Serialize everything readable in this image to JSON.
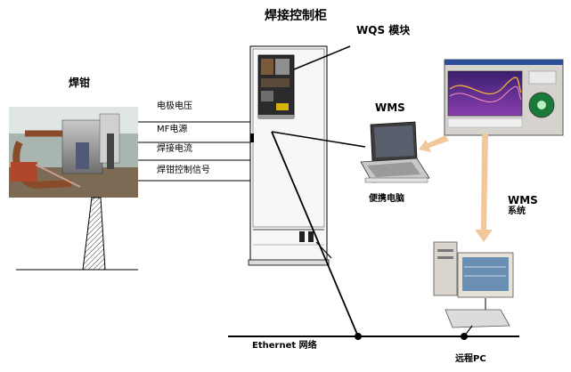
{
  "diagram": {
    "title": "焊接控制柜",
    "nodes": {
      "welding_gun": {
        "label": "焊钳"
      },
      "wqs_module": {
        "label": "WQS 模块"
      },
      "wms": {
        "label": "WMS"
      },
      "laptop": {
        "label": "便携电脑"
      },
      "wms_system": {
        "label_line1": "WMS",
        "label_line2": "系统"
      },
      "remote_pc": {
        "label": "远程PC"
      },
      "ethernet": {
        "label": "Ethernet 网络"
      }
    },
    "signals": [
      {
        "label": "电极电压"
      },
      {
        "label": "MF电源"
      },
      {
        "label": "焊接电流"
      },
      {
        "label": "焊钳控制信号"
      }
    ],
    "colors": {
      "line": "#000000",
      "arrow": "#f2c79a",
      "cabinet_fill": "#f7f7f7",
      "panel_dark": "#2b2b2b",
      "screen_purple": "#5a2f8c"
    }
  }
}
